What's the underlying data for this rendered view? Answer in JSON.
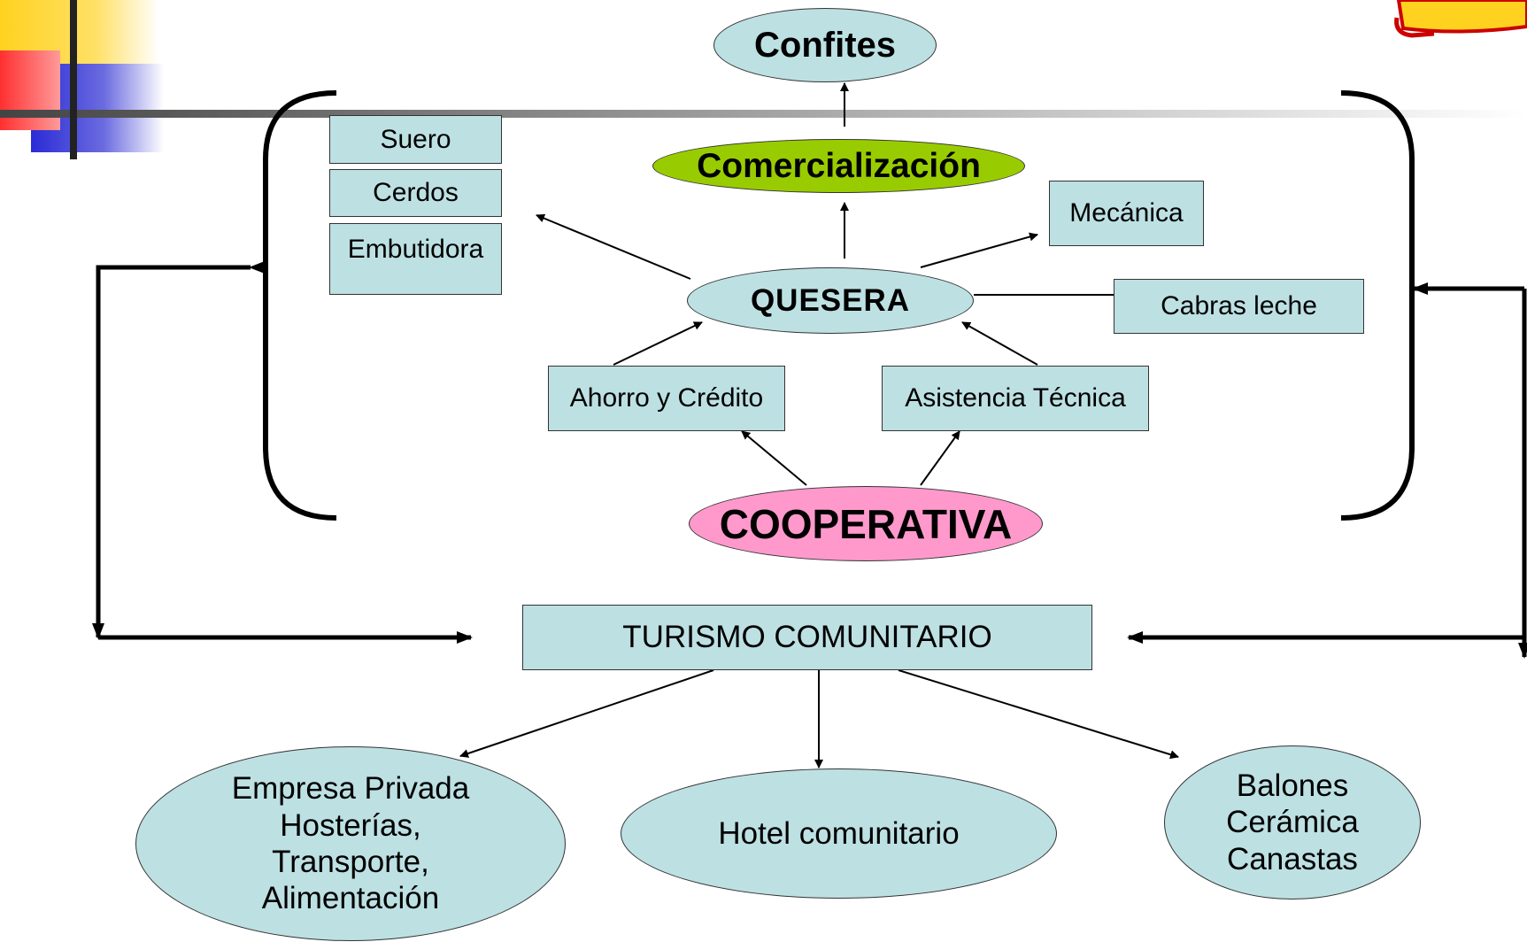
{
  "colors": {
    "node_fill": "#bde0e3",
    "comercializacion_fill": "#99cc00",
    "cooperativa_fill": "#ff99cc",
    "line": "#000000",
    "deco_yellow": "#ffd21f",
    "deco_blue": "#2b2bd6",
    "deco_red": "#ff3030"
  },
  "diagram": {
    "nodes": {
      "confites": "Confites",
      "comercializacion": "Comercialización",
      "suero": "Suero",
      "cerdos": "Cerdos",
      "embutidora": "Embutidora",
      "mecanica": "Mecánica",
      "quesera": "QUESERA",
      "cabras_leche": "Cabras leche",
      "ahorro_credito": "Ahorro y Crédito",
      "asistencia_tecnica": "Asistencia Técnica",
      "cooperativa": "COOPERATIVA",
      "turismo_comunitario": "TURISMO COMUNITARIO",
      "empresa_privada": "Empresa Privada\nHosterías,\nTransporte,\nAlimentación",
      "hotel_comunitario": "Hotel comunitario",
      "artesanias": "Balones\nCerámica\nCanastas"
    },
    "edges": [
      [
        "cooperativa",
        "ahorro_credito"
      ],
      [
        "cooperativa",
        "asistencia_tecnica"
      ],
      [
        "ahorro_credito",
        "quesera"
      ],
      [
        "asistencia_tecnica",
        "quesera"
      ],
      [
        "quesera",
        "suero"
      ],
      [
        "quesera",
        "comercializacion"
      ],
      [
        "quesera",
        "mecanica"
      ],
      [
        "quesera",
        "cabras_leche"
      ],
      [
        "comercializacion",
        "confites"
      ],
      [
        "turismo_comunitario",
        "empresa_privada"
      ],
      [
        "turismo_comunitario",
        "hotel_comunitario"
      ],
      [
        "turismo_comunitario",
        "artesanias"
      ],
      [
        "left_bracket",
        "turismo_comunitario"
      ],
      [
        "right_bracket",
        "turismo_comunitario"
      ]
    ]
  }
}
